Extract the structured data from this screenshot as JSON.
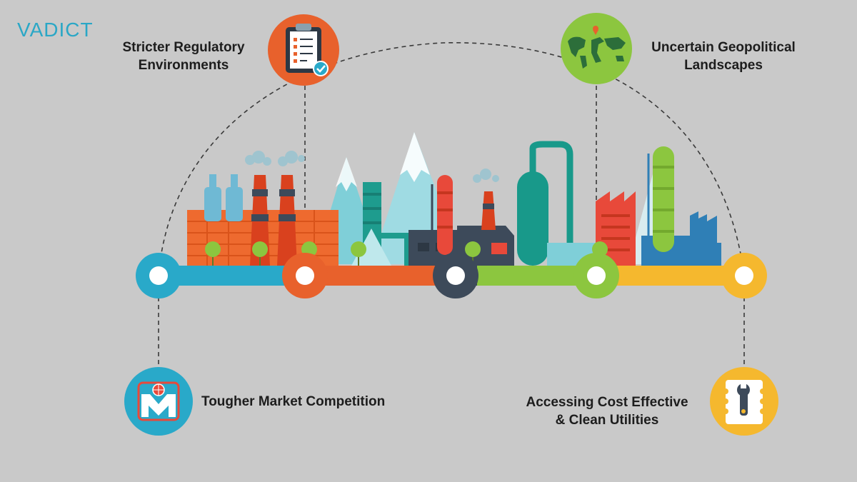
{
  "brand": {
    "logo_text": "VADICT"
  },
  "topics": {
    "regulatory": {
      "line1": "Stricter Regulatory",
      "line2": "Environments",
      "icon": "clipboard-check-icon",
      "color": "#e8612c"
    },
    "geopolitical": {
      "line1": "Uncertain Geopolitical",
      "line2": "Landscapes",
      "icon": "world-map-pin-icon",
      "color": "#8cc63f"
    },
    "competition": {
      "line1": "Tougher Market Competition",
      "icon": "market-m-icon",
      "color": "#29a9c9"
    },
    "utilities": {
      "line1": "Accessing Cost Effective",
      "line2": "& Clean Utilities",
      "icon": "wrench-icon",
      "color": "#f5b82e"
    }
  },
  "timeline": {
    "segment_colors": [
      "#29a9c9",
      "#e8612c",
      "#3d4a5a",
      "#8cc63f",
      "#f5b82e"
    ]
  }
}
